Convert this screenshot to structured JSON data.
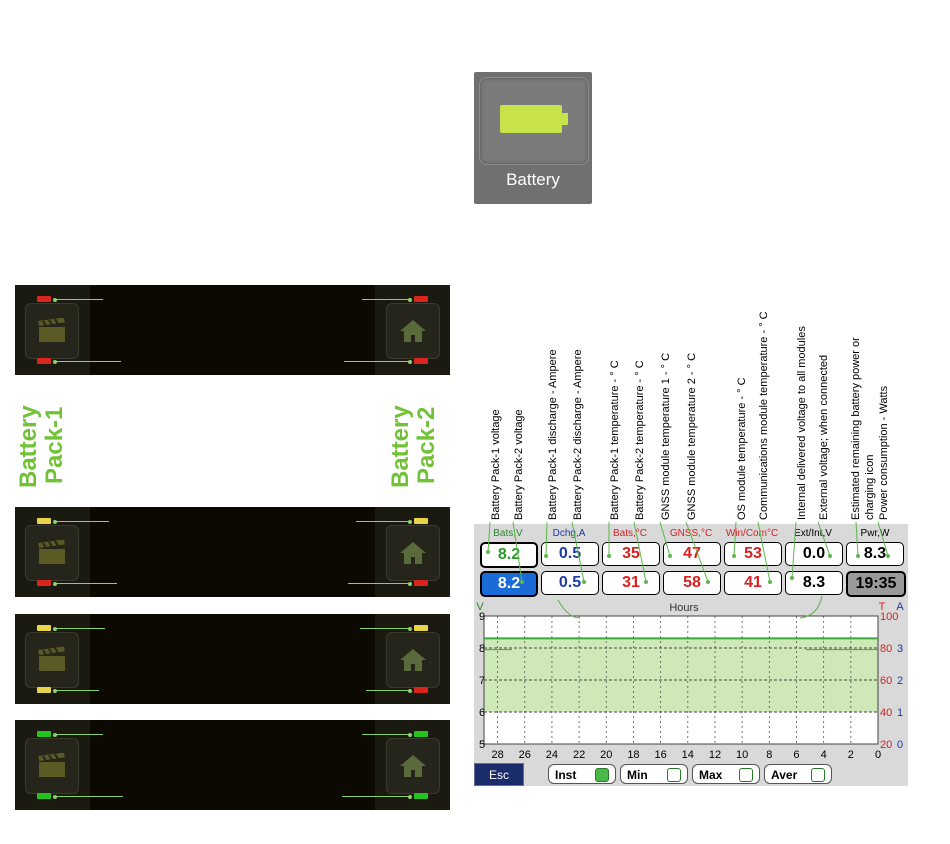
{
  "app_icon": {
    "label": "Battery",
    "icon": "battery-icon",
    "battery_color": "#c8e34a"
  },
  "left_labels": {
    "pack1_line1": "Battery",
    "pack1_line2": "Pack-1",
    "pack2_line1": "Battery",
    "pack2_line2": "Pack-2"
  },
  "strips": [
    {
      "pack1_led": [
        "#d9251d",
        "#d9251d"
      ],
      "pack2_led": [
        "#d9251d",
        "#d9251d"
      ],
      "left_icon": "clapperboard-icon",
      "right_icon": "home-icon"
    },
    {
      "pack1_led": [
        "#e9d34b",
        "#d9251d"
      ],
      "pack2_led": [
        "#e9d34b",
        "#d9251d"
      ],
      "left_icon": "clapperboard-icon",
      "right_icon": "home-icon"
    },
    {
      "pack1_led": [
        "#e9d34b",
        "#e9d34b"
      ],
      "pack2_led": [
        "#e9d34b",
        "#d9251d"
      ],
      "left_icon": "clapperboard-icon",
      "right_icon": "home-icon"
    },
    {
      "pack1_led": [
        "#23c41c",
        "#23c41c"
      ],
      "pack2_led": [
        "#23c41c",
        "#23c41c"
      ],
      "left_icon": "clapperboard-icon",
      "right_icon": "home-icon"
    }
  ],
  "annotations": [
    "Battery Pack-1 voltage",
    "Battery Pack-2 voltage",
    "Battery Pack-1 discharge - Ampere",
    "Battery Pack-2 discharge - Ampere",
    "Battery Pack-1 temperature - ° C",
    "Battery Pack-2 temperature - ° C",
    "GNSS module temperature 1 - ° C",
    "GNSS module temperature 2 - ° C",
    "OS module temperature - ° C",
    "Communications module temperature - ° C",
    "Internal delivered voltage to all modules",
    "External voltage; when connected",
    "Estimated remaining battery power or",
    "charging icon",
    "Power consumption - Watts"
  ],
  "screen": {
    "headers": {
      "bats_v": "Bats,V",
      "dchg_a": "Dchg,A",
      "bats_c": "Bats,°C",
      "gnss_c": "GNSS,°C",
      "win_com_c": "Win/Com°C",
      "ext_int_v": "Ext/Int,V",
      "pwr_w": "Pwr,W"
    },
    "row1": {
      "bat1_v": "8.2",
      "dchg1": "0.5",
      "bat1_t": "35",
      "gnss1": "47",
      "win": "53",
      "ext": "0.0",
      "pwr": "8.3"
    },
    "row2": {
      "bat2_v": "8.2",
      "dchg2": "0.5",
      "bat2_t": "31",
      "gnss2": "58",
      "com": "41",
      "int": "8.3",
      "remaining": "19:35"
    },
    "chart": {
      "xlabel": "Hours",
      "left_axis_label": "V",
      "right_axis_label_t": "T",
      "right_axis_label_a": "A",
      "x_ticks": [
        "28",
        "26",
        "24",
        "22",
        "20",
        "18",
        "16",
        "14",
        "12",
        "10",
        "8",
        "6",
        "4",
        "2",
        "0"
      ],
      "y_left_ticks": [
        "9",
        "8",
        "7",
        "6",
        "5"
      ],
      "y_right_t_ticks": [
        "100",
        "80",
        "60",
        "40",
        "20"
      ],
      "y_right_a_ticks": [
        "3",
        "2",
        "1",
        "0"
      ]
    },
    "esc_label": "Esc",
    "options": {
      "inst": "Inst",
      "min": "Min",
      "max": "Max",
      "aver": "Aver"
    },
    "inst_checked": true
  },
  "chart_data": {
    "type": "line",
    "x": [
      29,
      0
    ],
    "series": [
      {
        "values": [
          8.3,
          8.3
        ]
      }
    ],
    "xlim": [
      29,
      0
    ],
    "ylim": [
      5,
      9
    ],
    "grid": true
  }
}
